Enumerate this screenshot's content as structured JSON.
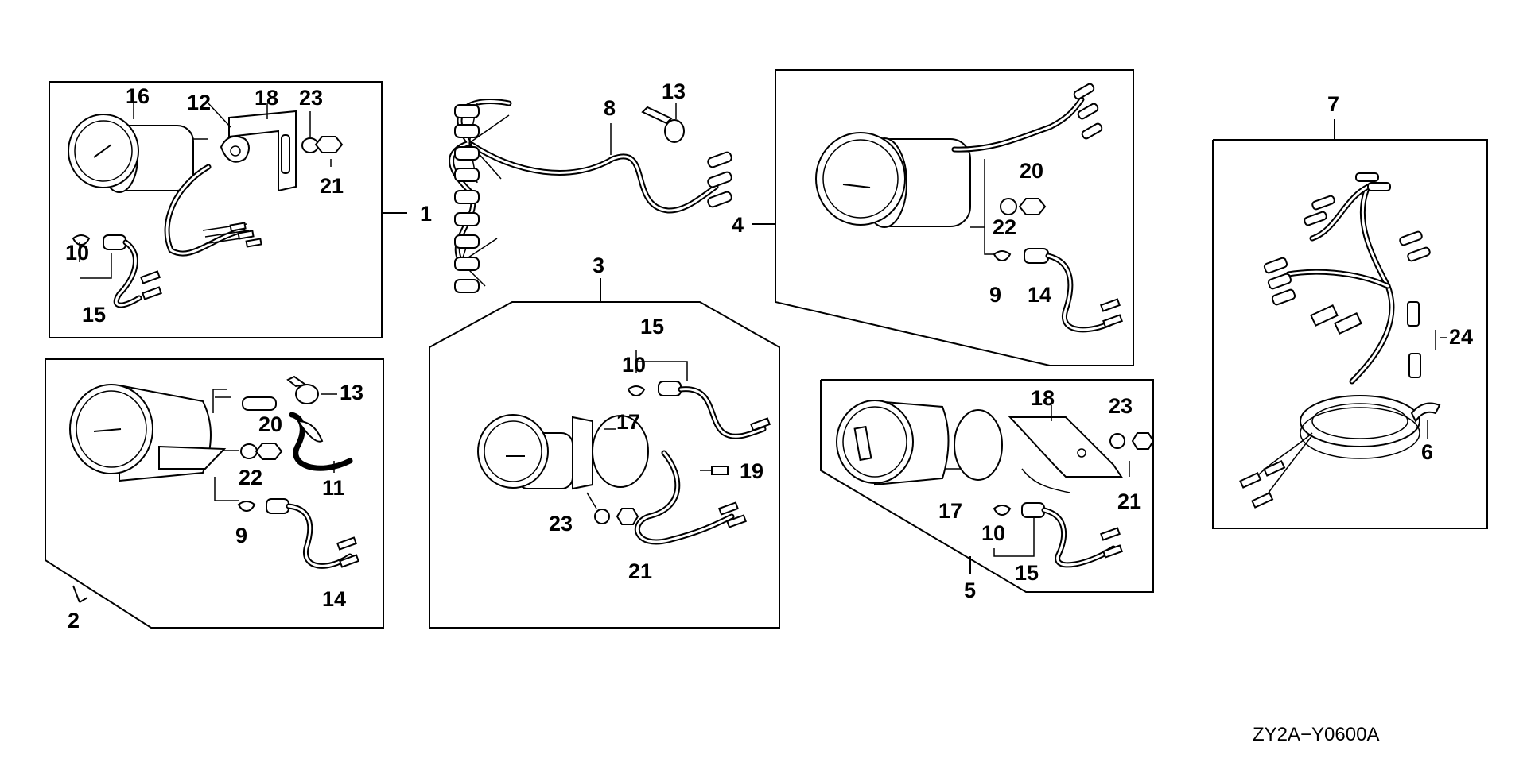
{
  "diagram": {
    "drawing_code": "ZY2A−Y0600A",
    "callouts": {
      "c1": "1",
      "c2": "2",
      "c3": "3",
      "c4": "4",
      "c5": "5",
      "c6": "6",
      "c7": "7",
      "c8": "8",
      "c9a": "9",
      "c9b": "9",
      "c10a": "10",
      "c10b": "10",
      "c10c": "10",
      "c11": "11",
      "c12": "12",
      "c13a": "13",
      "c13b": "13",
      "c14a": "14",
      "c14b": "14",
      "c15a": "15",
      "c15b": "15",
      "c15c": "15",
      "c16": "16",
      "c17a": "17",
      "c17b": "17",
      "c18a": "18",
      "c18b": "18",
      "c19": "19",
      "c20a": "20",
      "c20b": "20",
      "c21a": "21",
      "c21b": "21",
      "c21c": "21",
      "c22a": "22",
      "c22b": "22",
      "c23a": "23",
      "c23b": "23",
      "c23c": "23",
      "c24": "24"
    }
  }
}
